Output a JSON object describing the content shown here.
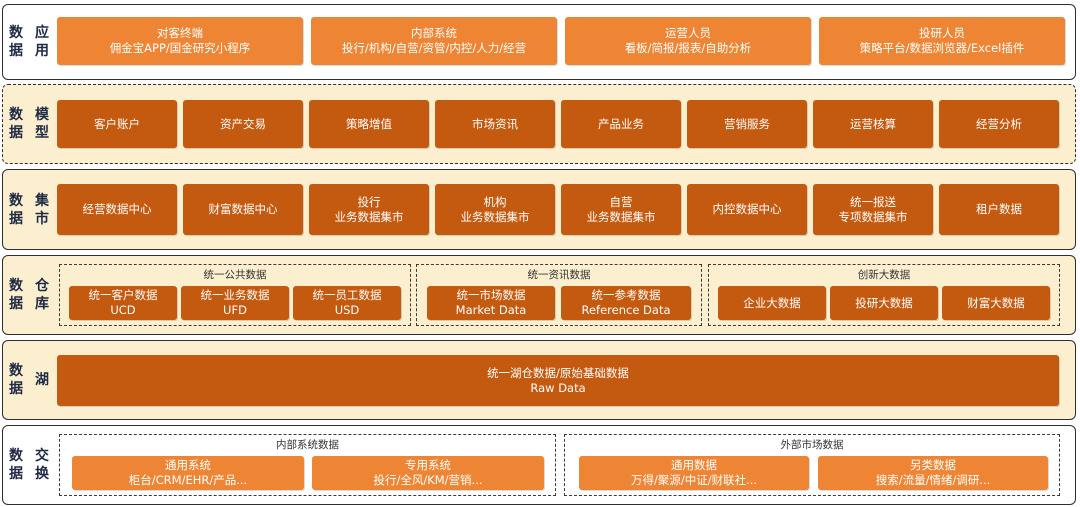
{
  "layers": {
    "app": {
      "label_1": "数据",
      "label_2": "应用",
      "boxes": [
        {
          "title": "对客终端",
          "sub": "佣金宝APP/国金研究小程序"
        },
        {
          "title": "内部系统",
          "sub": "投行/机构/自营/资管/内控/人力/经营"
        },
        {
          "title": "运营人员",
          "sub": "看板/简报/报表/自助分析"
        },
        {
          "title": "投研人员",
          "sub": "策略平台/数据浏览器/Excel插件"
        }
      ]
    },
    "model": {
      "label_1": "数据",
      "label_2": "模型",
      "boxes": [
        "客户账户",
        "资产交易",
        "策略增值",
        "市场资讯",
        "产品业务",
        "营销服务",
        "运营核算",
        "经营分析"
      ]
    },
    "mart": {
      "label_1": "数据",
      "label_2": "集市",
      "boxes": [
        {
          "l1": "经营数据中心",
          "l2": ""
        },
        {
          "l1": "财富数据中心",
          "l2": ""
        },
        {
          "l1": "投行",
          "l2": "业务数据集市"
        },
        {
          "l1": "机构",
          "l2": "业务数据集市"
        },
        {
          "l1": "自营",
          "l2": "业务数据集市"
        },
        {
          "l1": "内控数据中心",
          "l2": ""
        },
        {
          "l1": "统一报送",
          "l2": "专项数据集市"
        },
        {
          "l1": "租户数据",
          "l2": ""
        }
      ]
    },
    "warehouse": {
      "label_1": "数据",
      "label_2": "仓库",
      "groups": [
        {
          "title": "统一公共数据",
          "boxes": [
            {
              "l1": "统一客户数据",
              "l2": "UCD"
            },
            {
              "l1": "统一业务数据",
              "l2": "UFD"
            },
            {
              "l1": "统一员工数据",
              "l2": "USD"
            }
          ]
        },
        {
          "title": "统一资讯数据",
          "boxes": [
            {
              "l1": "统一市场数据",
              "l2": "Market Data"
            },
            {
              "l1": "统一参考数据",
              "l2": "Reference Data"
            }
          ]
        },
        {
          "title": "创新大数据",
          "boxes": [
            {
              "l1": "企业大数据",
              "l2": ""
            },
            {
              "l1": "投研大数据",
              "l2": ""
            },
            {
              "l1": "财富大数据",
              "l2": ""
            }
          ]
        }
      ]
    },
    "lake": {
      "label_1": "数据",
      "label_2": "湖",
      "box": {
        "l1": "统一湖仓数据/原始基础数据",
        "l2": "Raw Data"
      }
    },
    "exchange": {
      "label_1": "数据",
      "label_2": "交换",
      "groups": [
        {
          "title": "内部系统数据",
          "boxes": [
            {
              "l1": "通用系统",
              "l2": "柜台/CRM/EHR/产品..."
            },
            {
              "l1": "专用系统",
              "l2": "投行/全风/KM/营销..."
            }
          ]
        },
        {
          "title": "外部市场数据",
          "boxes": [
            {
              "l1": "通用数据",
              "l2": "万得/聚源/中证/财联社..."
            },
            {
              "l1": "另类数据",
              "l2": "搜索/流量/情绪/调研..."
            }
          ]
        }
      ]
    }
  },
  "colors": {
    "light_box": "#ee8534",
    "dark_box": "#c45a0f",
    "beige": "#fcefcf"
  }
}
